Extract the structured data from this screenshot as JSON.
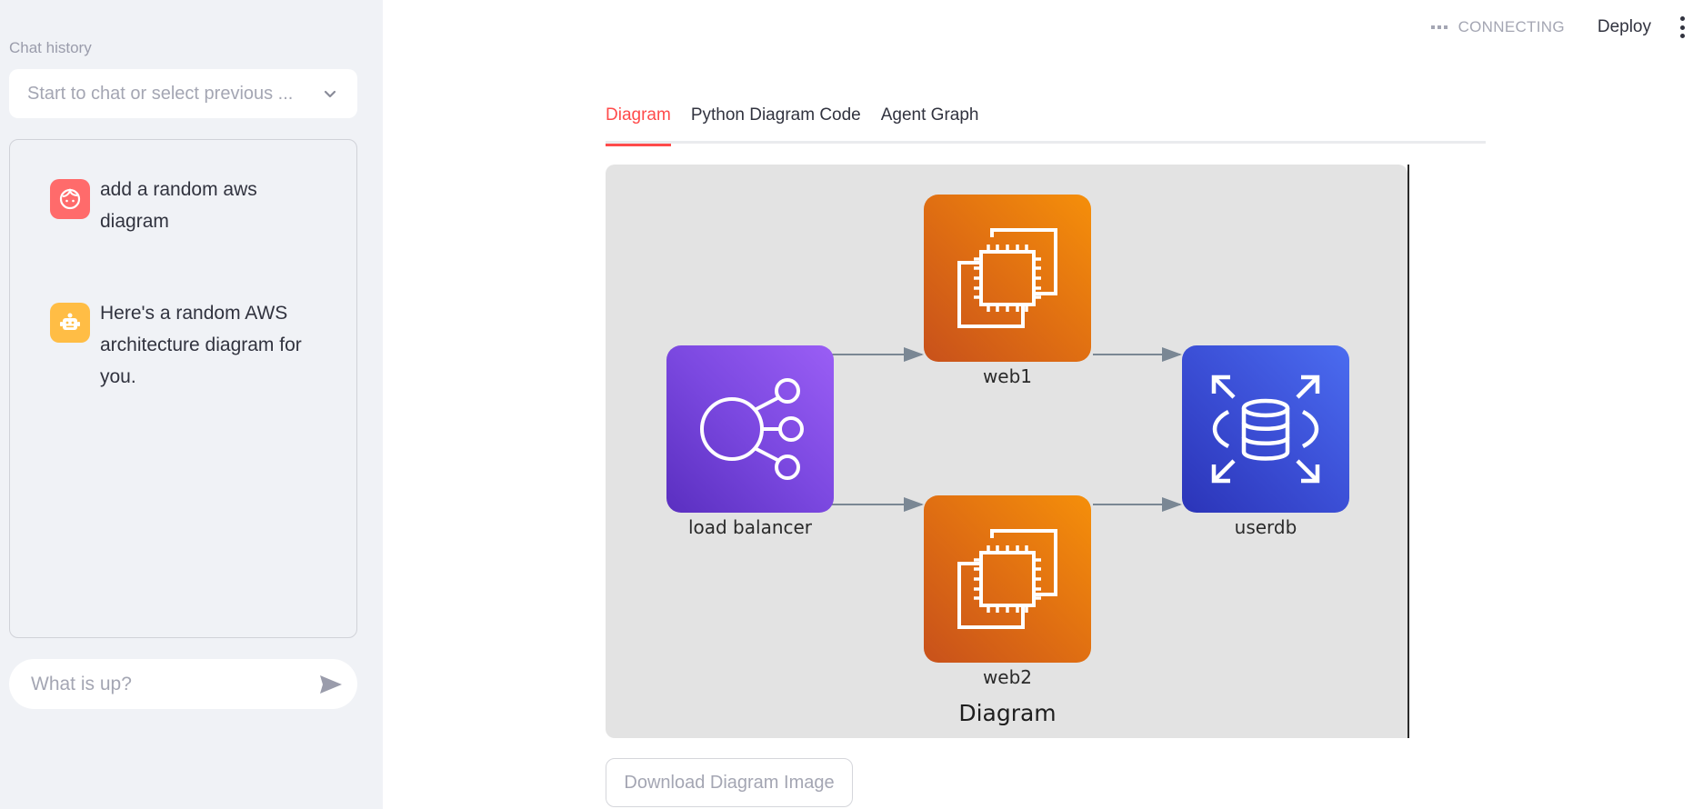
{
  "sidebar": {
    "history_label": "Chat history",
    "history_select_placeholder": "Start to chat or select previous ...",
    "messages": [
      {
        "role": "user",
        "avatar_icon": "user-face-icon",
        "text": "add a random aws diagram"
      },
      {
        "role": "assistant",
        "avatar_icon": "robot-icon",
        "text": "Here's a random AWS architecture diagram for you."
      }
    ],
    "chat_input_placeholder": "What is up?",
    "send_icon": "send-icon"
  },
  "header": {
    "status": "CONNECTING",
    "deploy_label": "Deploy",
    "menu_icon": "kebab-menu-icon"
  },
  "main": {
    "tabs": [
      {
        "label": "Diagram",
        "active": true
      },
      {
        "label": "Python Diagram Code",
        "active": false
      },
      {
        "label": "Agent Graph",
        "active": false
      }
    ],
    "diagram": {
      "title": "Diagram",
      "nodes": [
        {
          "id": "lb",
          "label": "load balancer",
          "type": "ELB"
        },
        {
          "id": "web1",
          "label": "web1",
          "type": "EC2"
        },
        {
          "id": "web2",
          "label": "web2",
          "type": "EC2"
        },
        {
          "id": "userdb",
          "label": "userdb",
          "type": "RDS"
        }
      ],
      "edges": [
        [
          "load balancer",
          "web1"
        ],
        [
          "load balancer",
          "web2"
        ],
        [
          "web1",
          "userdb"
        ],
        [
          "web2",
          "userdb"
        ]
      ]
    },
    "download_label": "Download Diagram Image"
  },
  "colors": {
    "accent": "#ff4b4b",
    "sidebar_bg": "#f0f2f6",
    "user_avatar": "#ff6b6b",
    "bot_avatar": "#ffbd45",
    "elb": "#7b48e0",
    "ec2": "#e06f12",
    "rds": "#3b4fd6"
  }
}
